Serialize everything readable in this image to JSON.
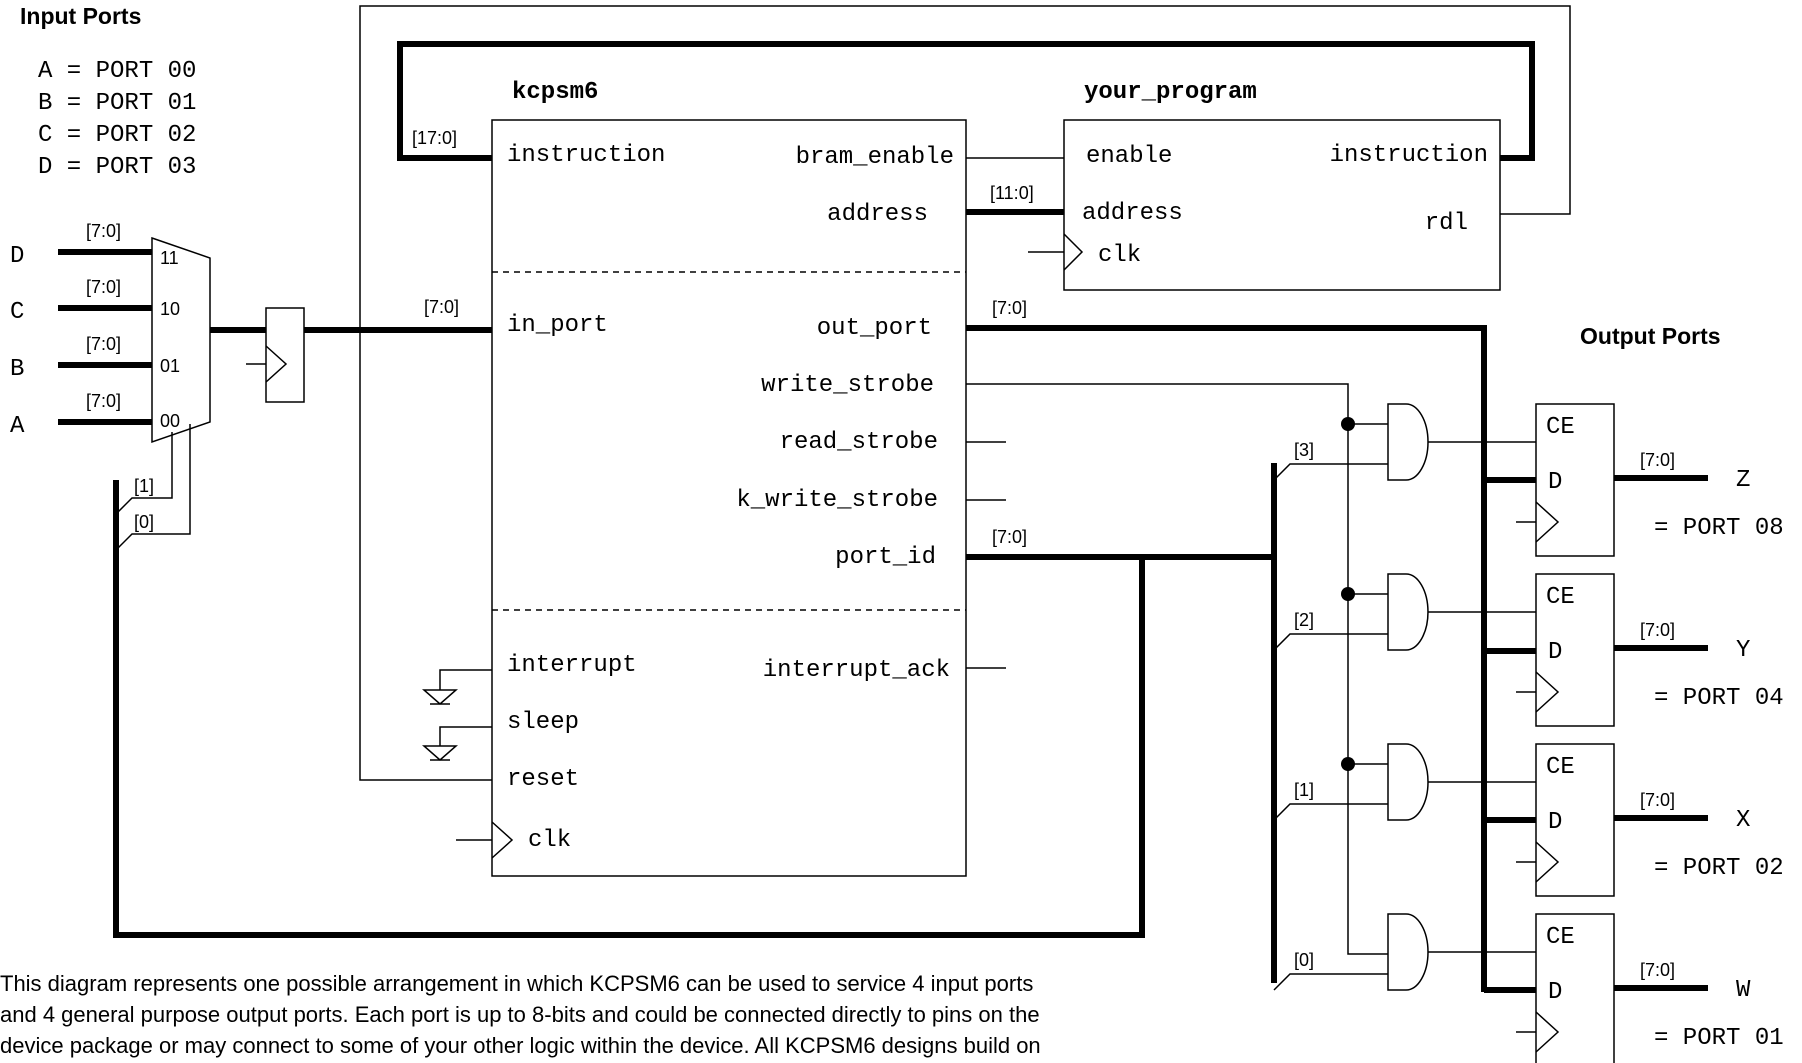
{
  "input_section": {
    "title": "Input Ports",
    "assignments": [
      "A = PORT 00",
      "B = PORT 01",
      "C = PORT 02",
      "D = PORT 03"
    ],
    "inputs": [
      "D",
      "C",
      "B",
      "A"
    ],
    "mux_selects": [
      "11",
      "10",
      "01",
      "00"
    ],
    "select_bits": [
      "[1]",
      "[0]"
    ]
  },
  "output_section": {
    "title": "Output Ports",
    "ports": [
      {
        "name": "Z",
        "assign": "= PORT 08"
      },
      {
        "name": "Y",
        "assign": "= PORT 04"
      },
      {
        "name": "X",
        "assign": "= PORT 02"
      },
      {
        "name": "W",
        "assign": "= PORT 01"
      }
    ],
    "port_id_bits": [
      "[3]",
      "[2]",
      "[1]",
      "[0]"
    ],
    "register_ce": "CE",
    "register_d": "D"
  },
  "kcpsm6": {
    "name": "kcpsm6",
    "left_ports": [
      "instruction",
      "in_port",
      "interrupt",
      "sleep",
      "reset",
      "clk"
    ],
    "right_ports": [
      "bram_enable",
      "address",
      "out_port",
      "write_strobe",
      "read_strobe",
      "k_write_strobe",
      "port_id",
      "interrupt_ack"
    ]
  },
  "program": {
    "name": "your_program",
    "ports": [
      "enable",
      "address",
      "clk",
      "instruction",
      "rdl"
    ]
  },
  "bus_labels": {
    "b7": "[7:0]",
    "b17": "[17:0]",
    "b11": "[11:0]"
  },
  "caption": [
    "This diagram represents one possible arrangement in which KCPSM6 can be used to service 4 input ports",
    "and 4 general purpose output ports. Each port is up to 8-bits and could be connected directly to pins on the",
    "device package or may connect to some of your  other logic within the device. All KCPSM6 designs build on"
  ]
}
